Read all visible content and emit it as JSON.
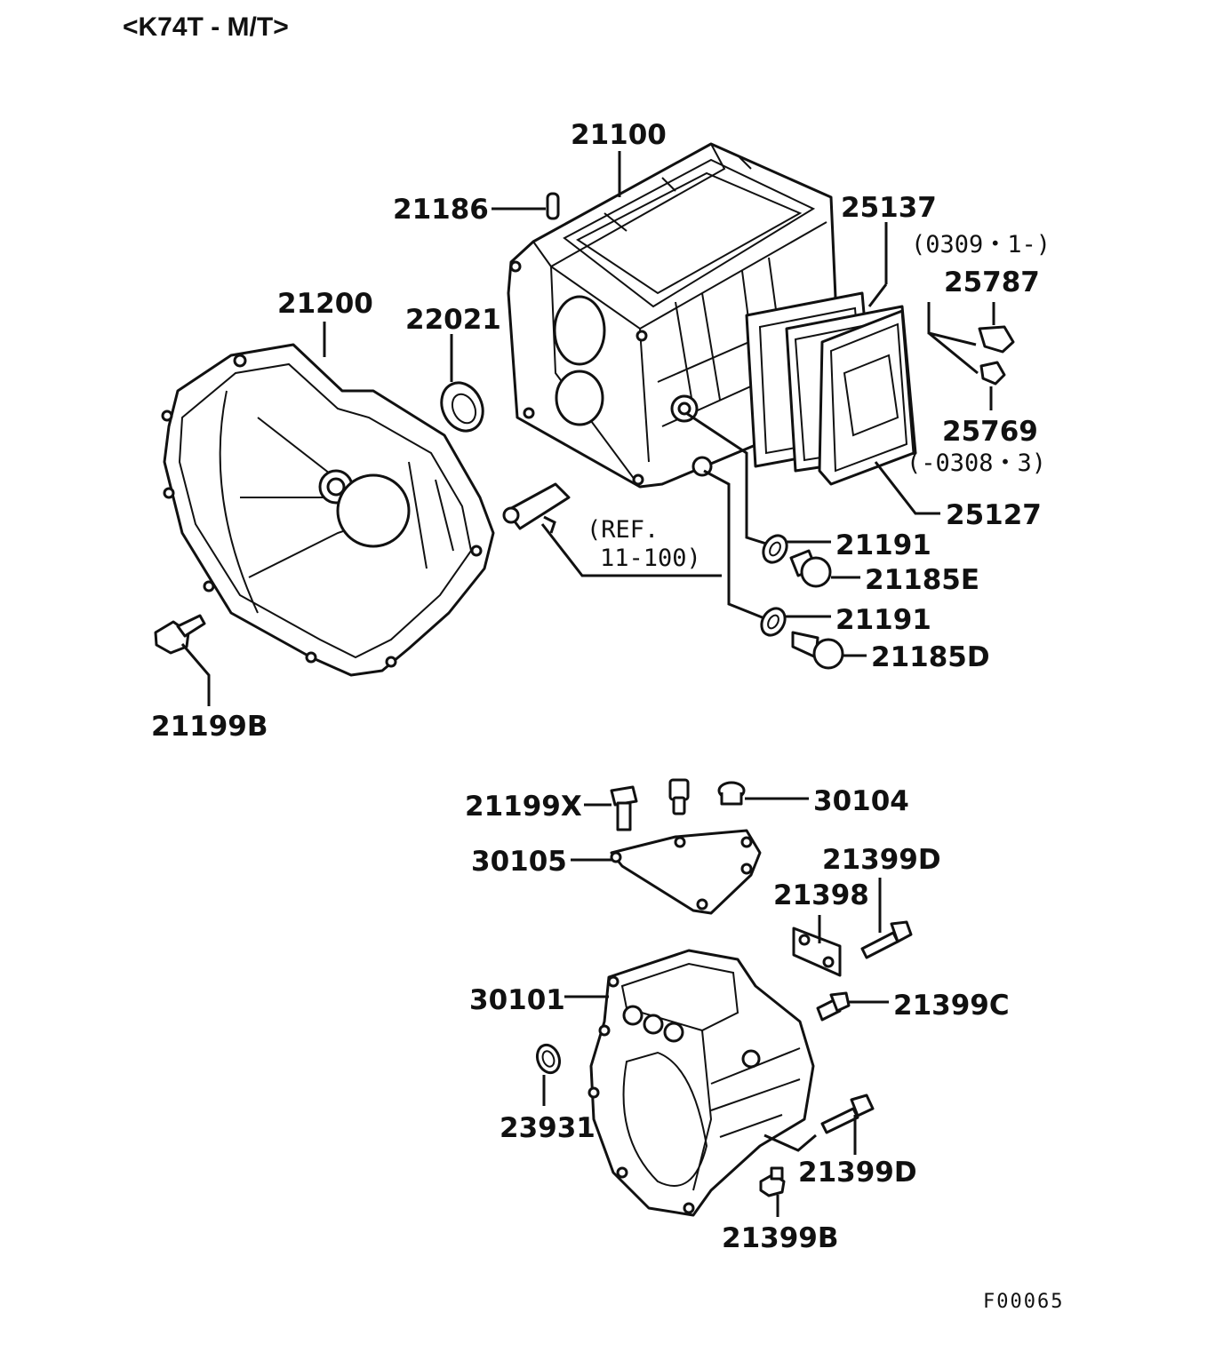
{
  "title": "<K74T - M/T>",
  "figure_code": "F00065",
  "labels": {
    "p21100": "21100",
    "p21186": "21186",
    "p25137": "25137",
    "date_from_0309": "(0309・1-)",
    "p25787": "25787",
    "p21200": "21200",
    "p22021": "22021",
    "p25769": "25769",
    "date_to_0308": "(-0308・3)",
    "p25127": "25127",
    "ref_line1": "(REF.",
    "ref_line2": "11-100)",
    "p21191_a": "21191",
    "p21185E": "21185E",
    "p21191_b": "21191",
    "p21185D": "21185D",
    "p21199B": "21199B",
    "p21199X": "21199X",
    "p30104": "30104",
    "p30105": "30105",
    "p21399D_a": "21399D",
    "p21398": "21398",
    "p30101": "30101",
    "p21399C": "21399C",
    "p23931": "23931",
    "p21399D_b": "21399D",
    "p21399B": "21399B"
  }
}
